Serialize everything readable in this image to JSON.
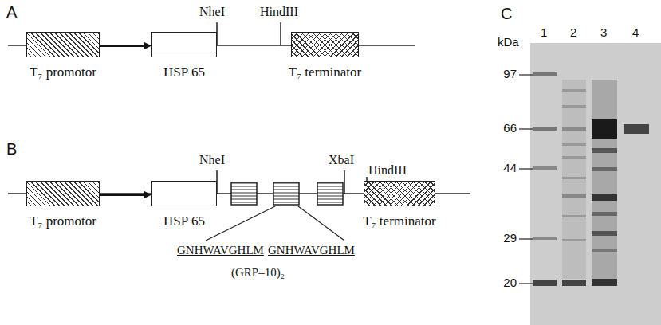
{
  "diagram": {
    "nodes": [
      {
        "text": [
          "T₇ promotor"
        ]
      },
      {
        "text": [
          "HSP 65"
        ]
      },
      {
        "text": [
          "T₇ terminator"
        ]
      },
      {
        "text": [
          "T₇ promotor"
        ]
      },
      {
        "text": [
          "HSP 65"
        ]
      },
      {
        "text": [
          "T₇ terminator"
        ]
      }
    ],
    "edges": [
      {
        "from": 0,
        "to": 1,
        "arrow": "to"
      },
      {
        "from": 3,
        "to": 4,
        "arrow": "to"
      }
    ],
    "labels": [
      "A",
      "NheI",
      "HindIII",
      "B",
      "NheI",
      "XbaI",
      "HindIII",
      "GNHWAVGHLM",
      "GNHWAVGHLM",
      "(GRP–10)₂",
      "C",
      "kDa",
      "1",
      "2",
      "3",
      "4",
      "97",
      "66",
      "44",
      "29",
      "20"
    ]
  }
}
